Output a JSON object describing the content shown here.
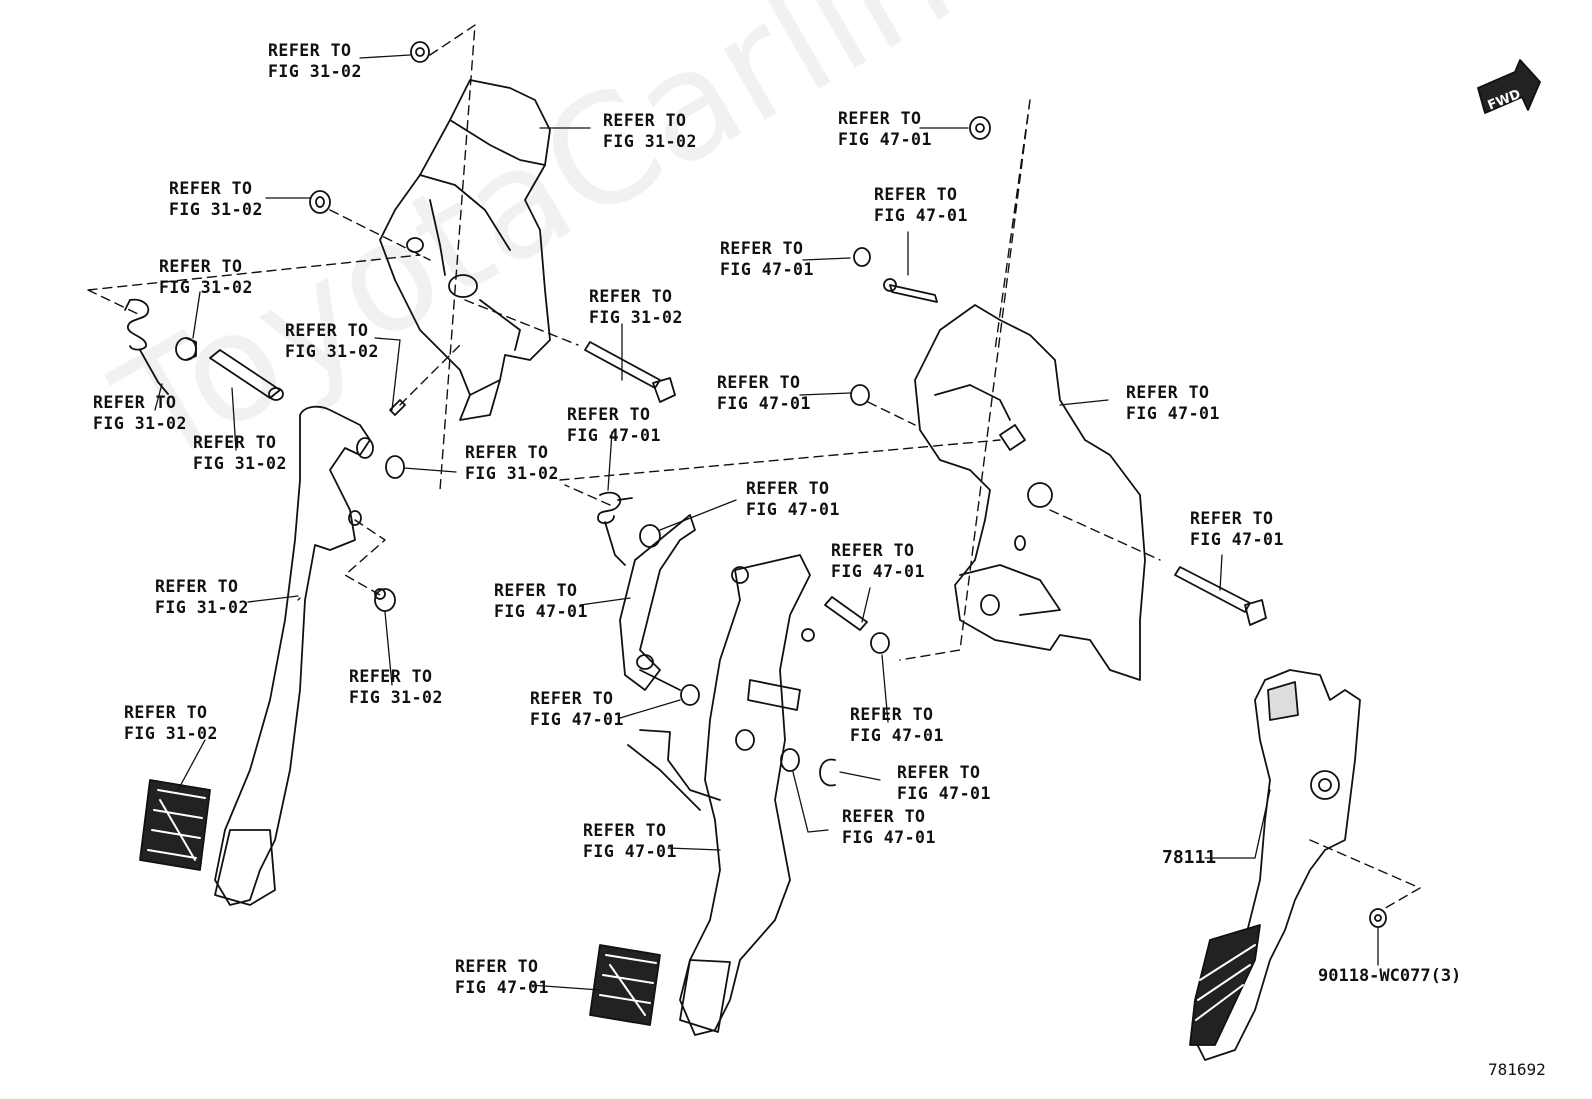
{
  "diagram": {
    "refer_line1": "REFER TO",
    "fig_31_02": "FIG 31-02",
    "fig_47_01": "FIG 47-01",
    "part_accel_pedal": "78111",
    "part_nut": "90118-WC077(3)",
    "illustration_number": "781692",
    "fwd_label": "FWD",
    "watermark": "ToyotaCarline.ru"
  }
}
